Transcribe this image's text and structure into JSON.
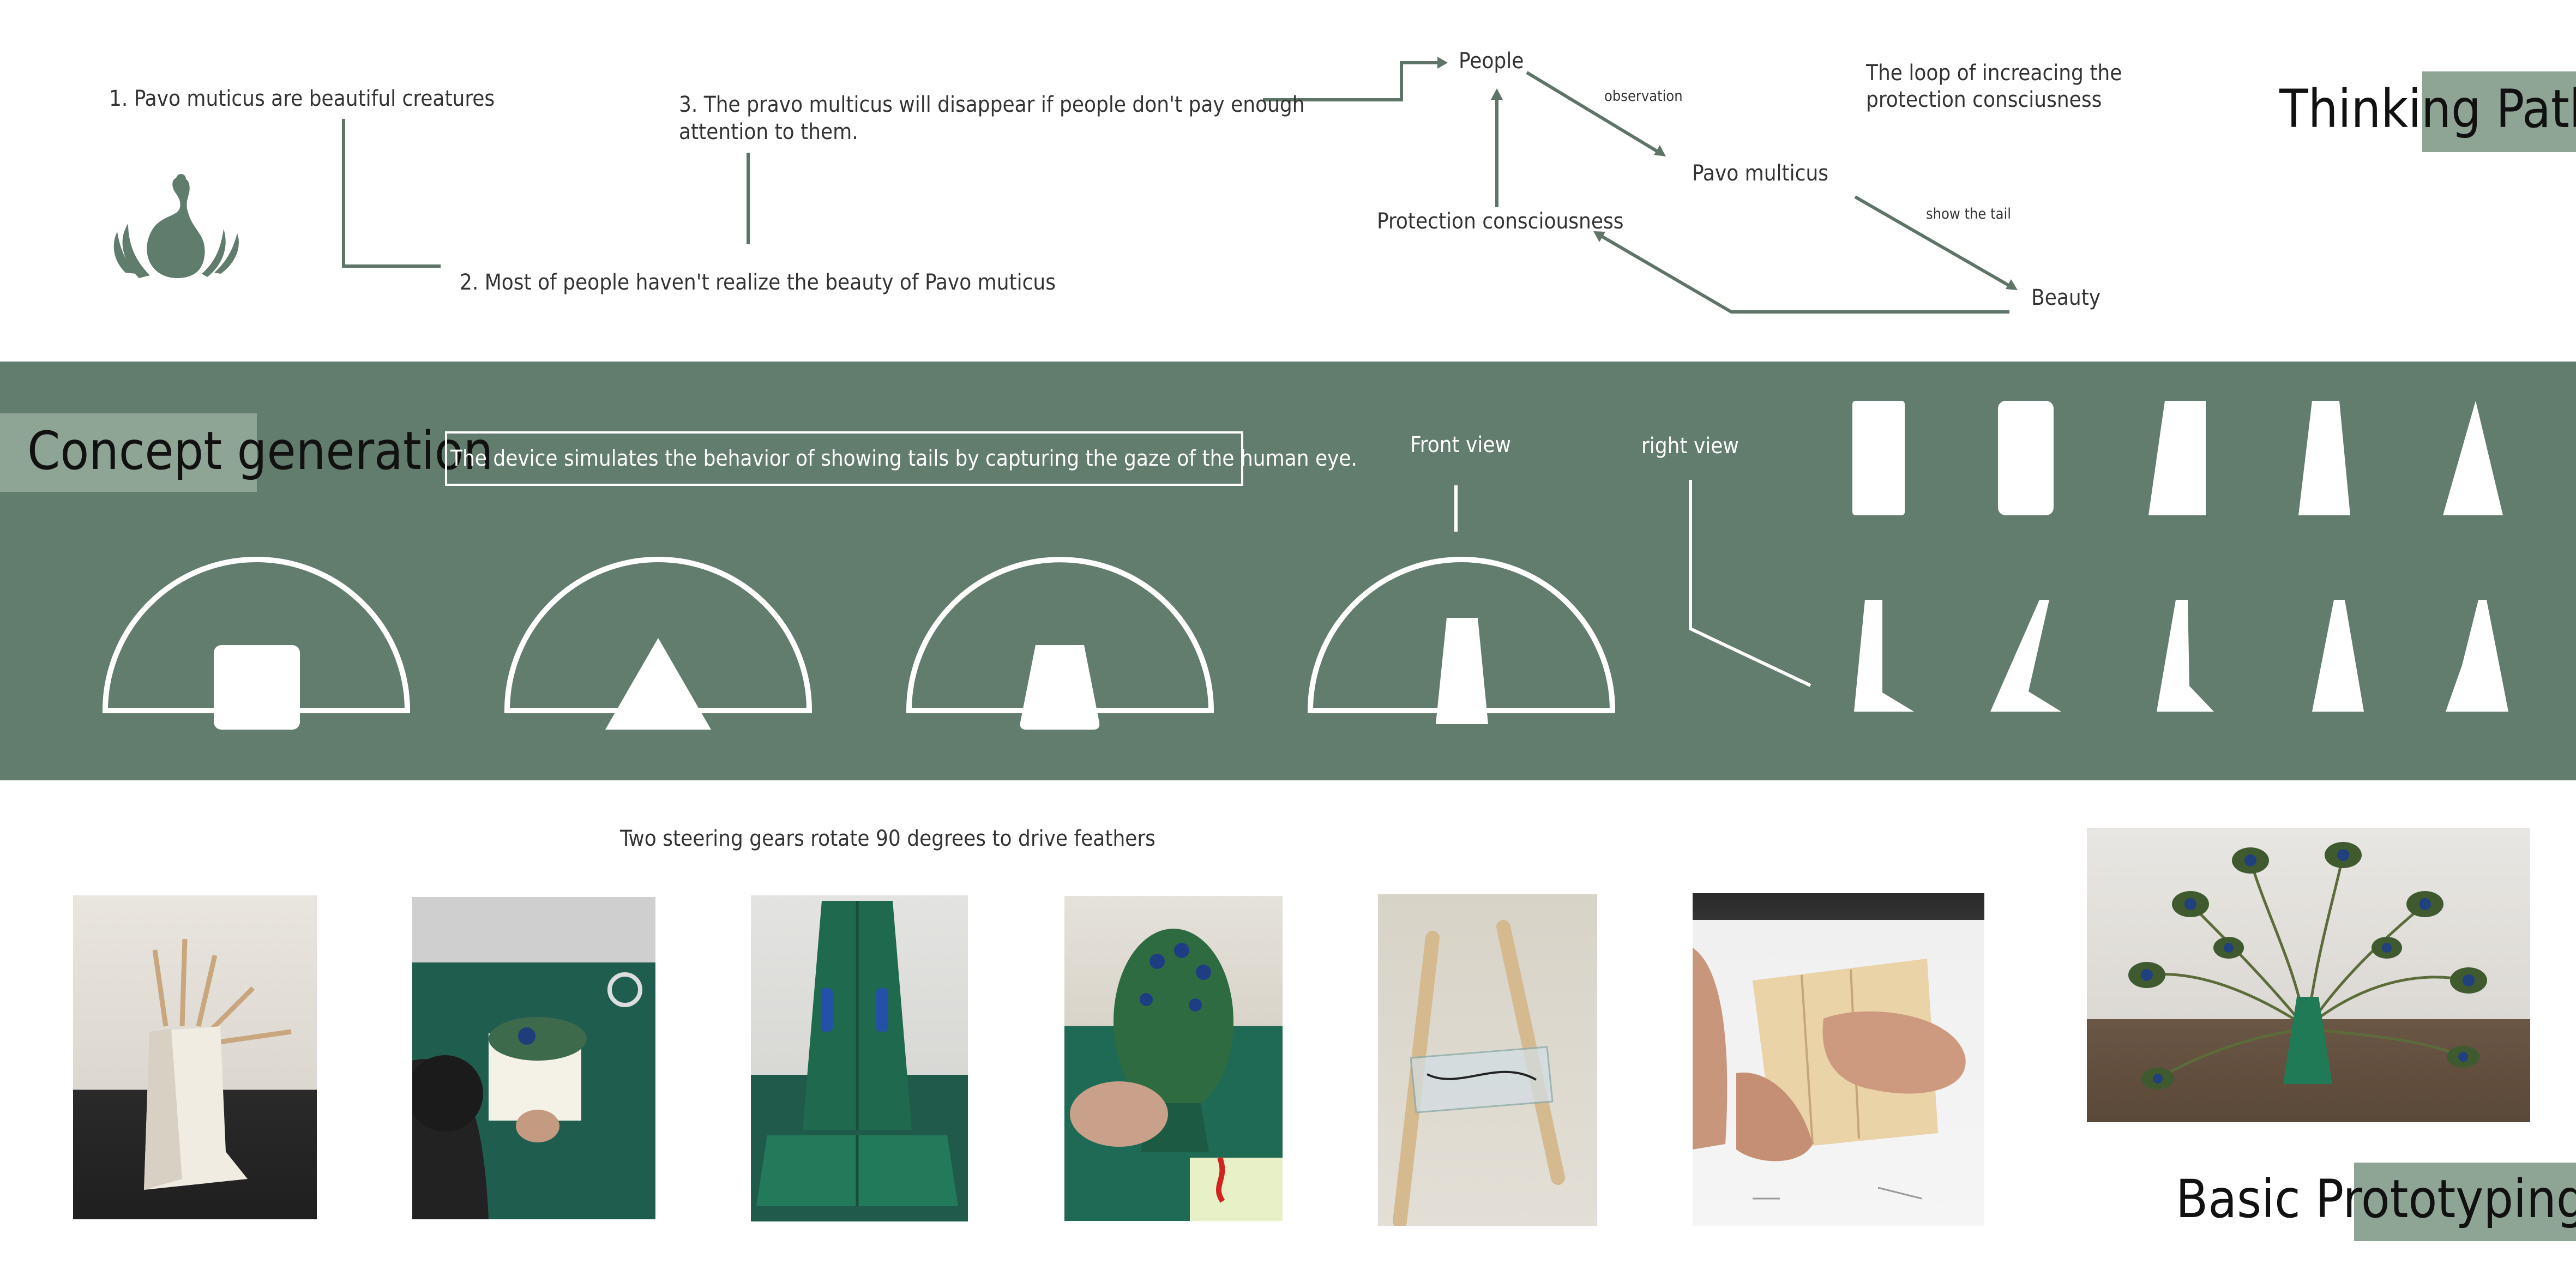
{
  "thinking_path": {
    "title": "Thinking Path",
    "step1": "1. Pavo muticus are beautiful creatures",
    "step2": "2. Most of people haven't realize the beauty of Pavo muticus",
    "step3_line1": "3. The pravo multicus will disappear if people don't pay enough",
    "step3_line2": "attention to them.",
    "loop": {
      "title_line1": "The loop of increacing the",
      "title_line2": "protection consciusness",
      "people": "People",
      "observation": "observation",
      "pavo": "Pavo multicus",
      "show_tail": "show the tail",
      "beauty": "Beauty",
      "protection": "Protection consciousness"
    },
    "logo_icon": "peacock-logo-icon"
  },
  "concept": {
    "title": "Concept generation",
    "description": "The device simulates the behavior of showing tails by capturing the gaze of the human eye.",
    "front_view": "Front view",
    "right_view": "right view",
    "accent_color": "#627c6d",
    "chip_color": "#8ea596"
  },
  "prototyping": {
    "title": "Basic Prototyping",
    "caption": "Two steering gears rotate 90 degrees to drive feathers",
    "photos": [
      "white-prototype-photo",
      "assembling-feathers-photo",
      "green-housing-photo",
      "attaching-feathers-photo",
      "wooden-rods-photo",
      "hand-assembly-photo",
      "final-prototype-photo"
    ]
  }
}
